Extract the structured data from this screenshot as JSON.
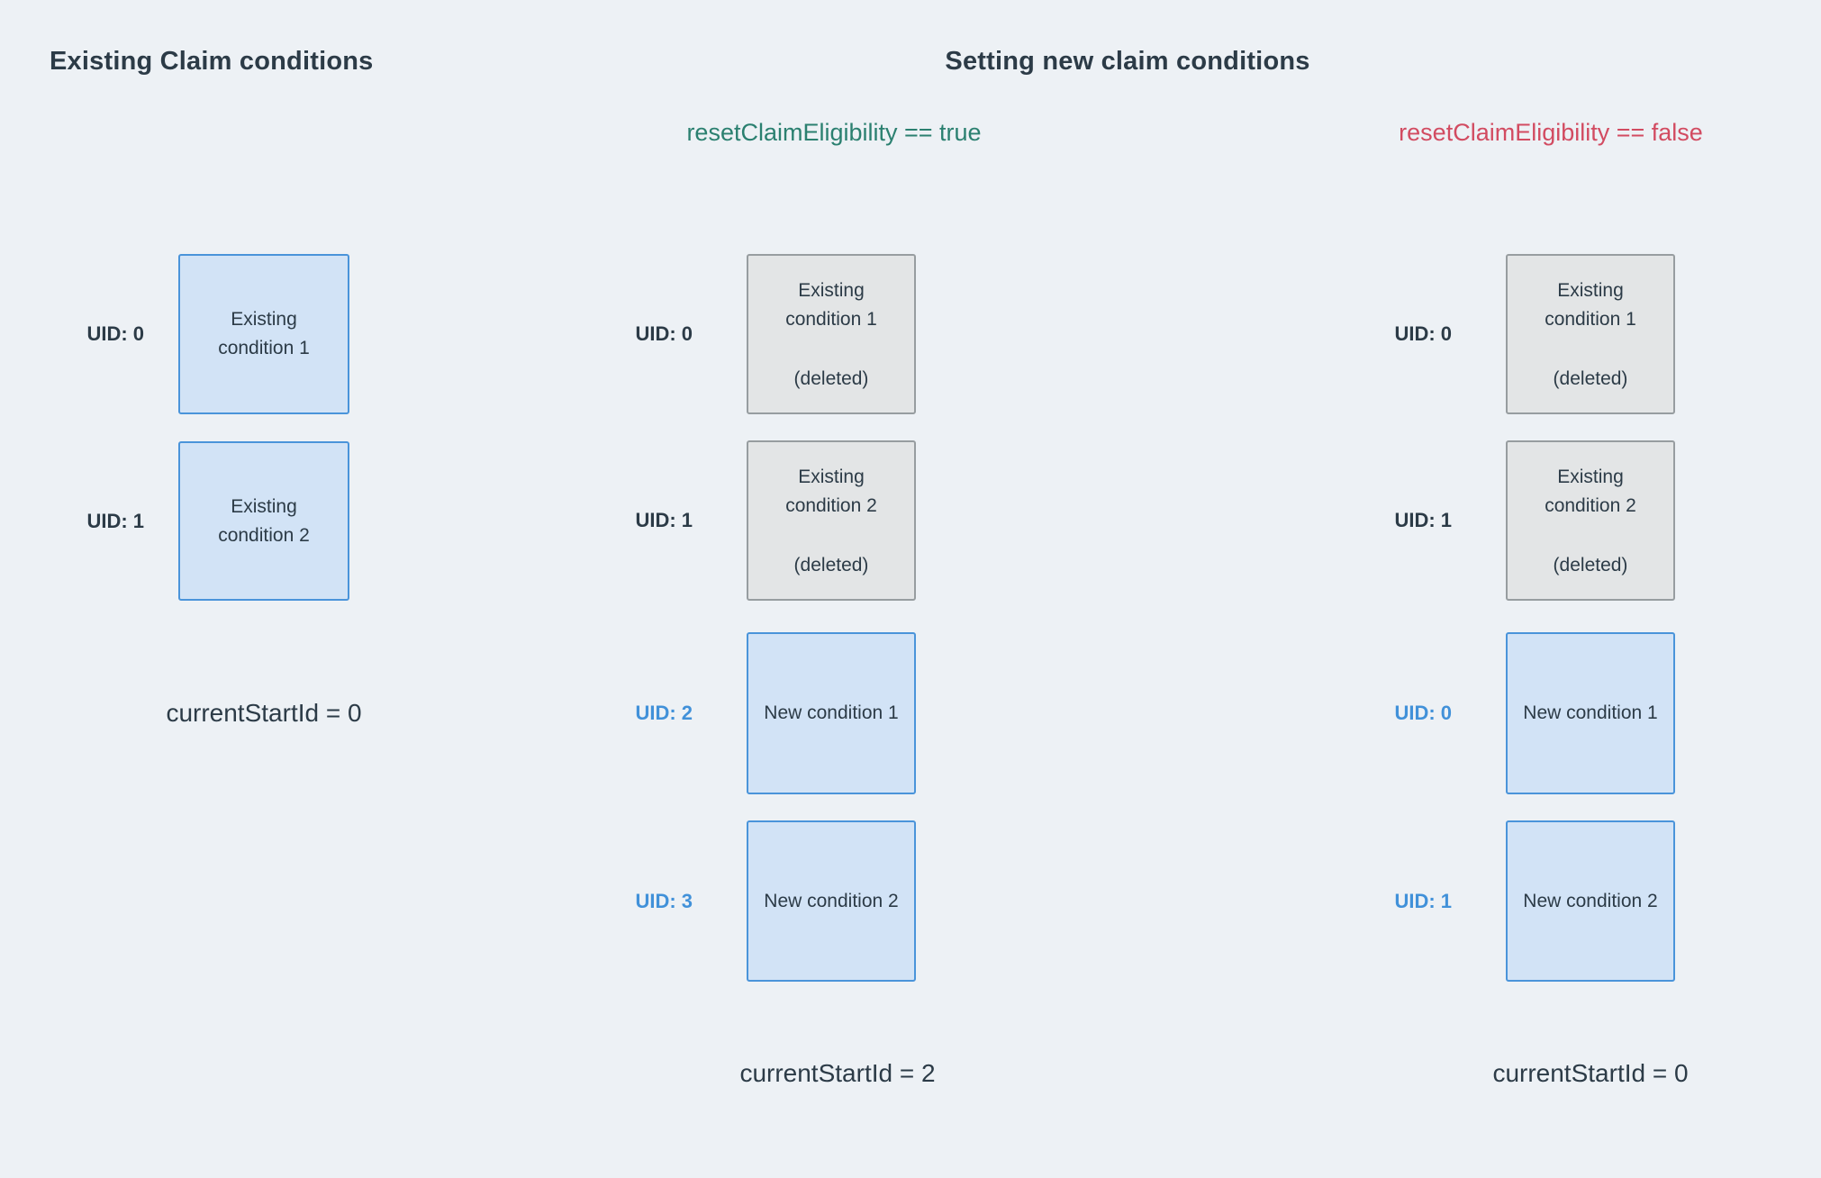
{
  "colors": {
    "background": "#edf1f5",
    "dark_text": "#2c3b47",
    "uid_blue": "#4191d9",
    "box_blue_fill": "#d2e3f6",
    "box_blue_border": "#4a94da",
    "box_gray_fill": "#e3e5e6",
    "box_gray_border": "#979da0",
    "true_green": "#2b8070",
    "false_red": "#d24b61"
  },
  "left": {
    "title": "Existing Claim conditions",
    "rows": [
      {
        "uid": "UID: 0",
        "label": "Existing condition 1"
      },
      {
        "uid": "UID: 1",
        "label": "Existing condition 2"
      }
    ],
    "footer": "currentStartId = 0"
  },
  "setting": {
    "title": "Setting new claim conditions",
    "true_case": {
      "condition": "resetClaimEligibility == true",
      "rows": [
        {
          "uid": "UID: 0",
          "label": "Existing condition 1",
          "status": "(deleted)"
        },
        {
          "uid": "UID: 1",
          "label": "Existing condition 2",
          "status": "(deleted)"
        },
        {
          "uid": "UID: 2",
          "label": "New condition 1"
        },
        {
          "uid": "UID: 3",
          "label": "New condition 2"
        }
      ],
      "footer": "currentStartId = 2"
    },
    "false_case": {
      "condition": "resetClaimEligibility == false",
      "rows": [
        {
          "uid": "UID: 0",
          "label": "Existing condition 1",
          "status": "(deleted)"
        },
        {
          "uid": "UID: 1",
          "label": "Existing condition 2",
          "status": "(deleted)"
        },
        {
          "uid": "UID: 0",
          "label": "New condition 1"
        },
        {
          "uid": "UID: 1",
          "label": "New condition 2"
        }
      ],
      "footer": "currentStartId = 0"
    }
  }
}
